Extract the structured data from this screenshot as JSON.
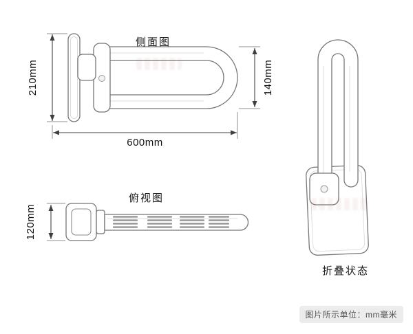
{
  "views": {
    "side": {
      "label": "侧面图",
      "dim_plate_height": "210mm",
      "dim_overall_length": "600mm",
      "dim_arm_spacing": "140mm"
    },
    "top": {
      "label": "俯视图",
      "dim_plate_width": "120mm"
    },
    "folded": {
      "label": "折叠状态"
    }
  },
  "footer": {
    "units_note": "图片所示单位：mm毫米"
  },
  "colors": {
    "outline": "#767676",
    "detail": "#d9d9d9",
    "dimension": "#3f3f3f",
    "extension": "#8f8f8f",
    "label_text": "#1a1a1a",
    "note_text": "#555555",
    "note_bg": "#ececec"
  }
}
